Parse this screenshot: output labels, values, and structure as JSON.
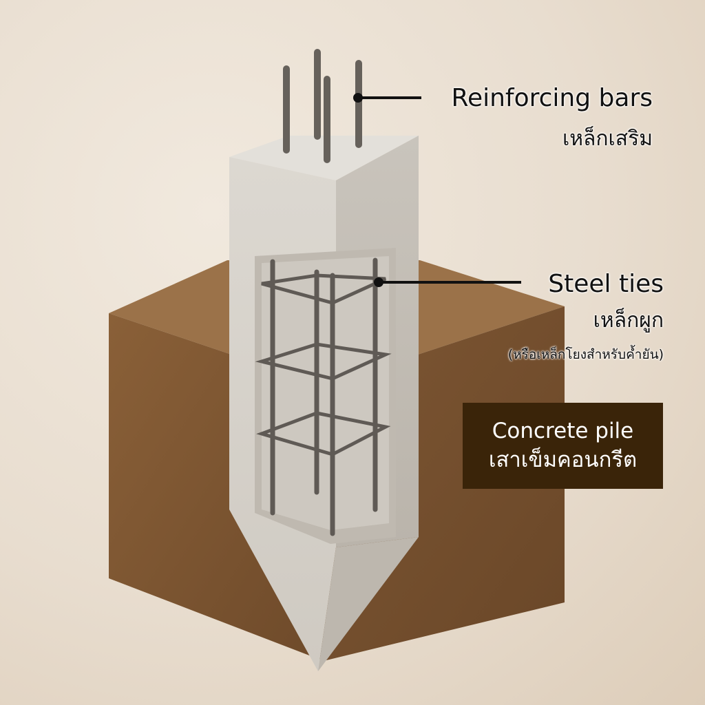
{
  "labels": {
    "reinforcing_bars": {
      "en": "Reinforcing bars",
      "th": "เหล็กเสริม"
    },
    "steel_ties": {
      "en": "Steel ties",
      "th": "เหล็กผูก",
      "note": "(หรือเหล็กโยงสำหรับค้ำยัน)"
    },
    "concrete_pile": {
      "en": "Concrete pile",
      "th": "เสาเข็มคอนกรีต"
    }
  },
  "colors": {
    "soil": "#7a5430",
    "concrete": "#d6d2cb",
    "steel": "#5f5a55",
    "label_box": "#3a2409"
  }
}
